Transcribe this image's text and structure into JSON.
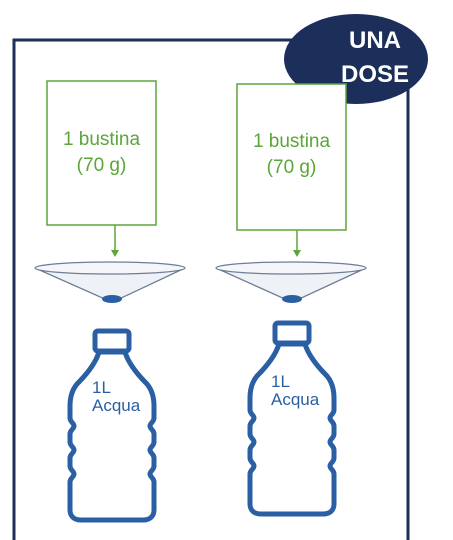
{
  "badge": {
    "line1": "UNA",
    "line2": "DOSE"
  },
  "colors": {
    "frame": "#1b2f5a",
    "badge_fill": "#1b2f5a",
    "box_stroke": "#5aa63b",
    "label_text": "#5aa63b",
    "bottle_stroke": "#2a5fa3",
    "funnel_fill": "#eef1f6",
    "funnel_stroke": "#6d7e97",
    "funnel_hole": "#2a5fa3"
  },
  "stations": [
    {
      "sachet_line1": "1 bustina",
      "sachet_line2": "(70 g)",
      "bottle_line1": "1L",
      "bottle_line2": "Acqua"
    },
    {
      "sachet_line1": "1 bustina",
      "sachet_line2": "(70 g)",
      "bottle_line1": "1L",
      "bottle_line2": "Acqua"
    }
  ]
}
